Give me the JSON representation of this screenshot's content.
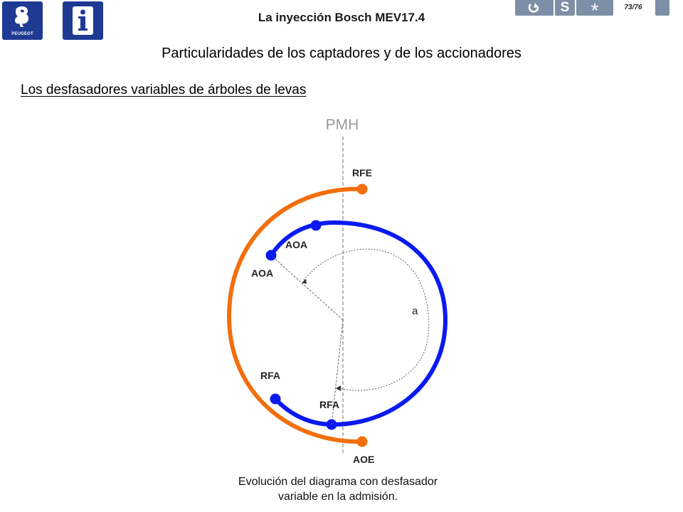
{
  "header": {
    "title": "La inyección Bosch MEV17.4",
    "logo_text": "PEUGEOT",
    "page_counter": "73/76",
    "summary_glyph": "S",
    "glossary_glyph": "*"
  },
  "section_title": "Particularidades de los captadores y de los accionadores",
  "sub_title": "Los desfasadores variables de árboles de levas",
  "diagram": {
    "tdc_label": "PMH",
    "labels": {
      "rfe": "RFE",
      "aoa_upper": "AOA",
      "aoa_lower": "AOA",
      "angle": "a",
      "rfa_upper": "RFA",
      "rfa_lower": "RFA",
      "aoe": "AOE"
    },
    "colors": {
      "exhaust": "#f26f0d",
      "intake": "#0a1aef",
      "axis": "#888888",
      "header_tile": "#1f3a93",
      "nav_button": "#7d8fa6"
    }
  },
  "caption": {
    "line1": "Evolución del diagrama con desfasador",
    "line2": "variable en la admisión."
  }
}
